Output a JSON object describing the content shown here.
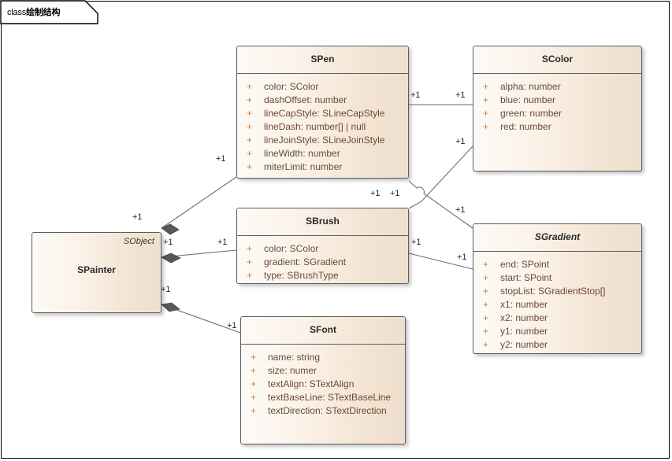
{
  "frame": {
    "tab_keyword": "class",
    "tab_name": "绘制结构"
  },
  "classes": {
    "spainter": {
      "name": "SPainter",
      "stereotype": "SObject",
      "attributes": []
    },
    "spen": {
      "name": "SPen",
      "attributes": [
        {
          "visibility": "+",
          "text": "color: SColor"
        },
        {
          "visibility": "+",
          "text": "dashOffset: number"
        },
        {
          "visibility": "+",
          "text": "lineCapStyle: SLineCapStyle"
        },
        {
          "visibility": "+",
          "text": "lineDash: number[] | null"
        },
        {
          "visibility": "+",
          "text": "lineJoinStyle: SLineJoinStyle"
        },
        {
          "visibility": "+",
          "text": "lineWidth: number"
        },
        {
          "visibility": "+",
          "text": "miterLimit: number"
        }
      ]
    },
    "scolor": {
      "name": "SColor",
      "attributes": [
        {
          "visibility": "+",
          "text": "alpha: number"
        },
        {
          "visibility": "+",
          "text": "blue: number"
        },
        {
          "visibility": "+",
          "text": "green: number"
        },
        {
          "visibility": "+",
          "text": "red: number"
        }
      ]
    },
    "sbrush": {
      "name": "SBrush",
      "attributes": [
        {
          "visibility": "+",
          "text": "color: SColor"
        },
        {
          "visibility": "+",
          "text": "gradient: SGradient"
        },
        {
          "visibility": "+",
          "text": "type: SBrushType"
        }
      ]
    },
    "sgradient": {
      "name": "SGradient",
      "abstract": true,
      "attributes": [
        {
          "visibility": "+",
          "text": "end: SPoint"
        },
        {
          "visibility": "+",
          "text": "start: SPoint"
        },
        {
          "visibility": "+",
          "text": "stopList: SGradientStop[]"
        },
        {
          "visibility": "+",
          "text": "x1: number"
        },
        {
          "visibility": "+",
          "text": "x2: number"
        },
        {
          "visibility": "+",
          "text": "y1: number"
        },
        {
          "visibility": "+",
          "text": "y2: number"
        }
      ]
    },
    "sfont": {
      "name": "SFont",
      "attributes": [
        {
          "visibility": "+",
          "text": "name: string"
        },
        {
          "visibility": "+",
          "text": "size: numer"
        },
        {
          "visibility": "+",
          "text": "textAlign: STextAlign"
        },
        {
          "visibility": "+",
          "text": "textBaseLine: STextBaseLine"
        },
        {
          "visibility": "+",
          "text": "textDirection: STextDirection"
        }
      ]
    }
  },
  "multiplicities": {
    "spainter_spen_source": "+1",
    "spainter_spen_target": "+1",
    "spainter_sbrush_source": "+1",
    "spainter_sbrush_target": "+1",
    "spainter_sfont_source": "+1",
    "spainter_sfont_target": "+1",
    "spen_scolor_source": "+1",
    "spen_scolor_target": "+1",
    "sbrush_scolor_source": "+1",
    "sbrush_scolor_target": "+1",
    "sbrush_sgradient_source": "+1",
    "sbrush_sgradient_target": "+1"
  },
  "colors": {
    "box_fill_light": "#fdfaf6",
    "box_fill_dark": "#eedfcd",
    "box_border": "#5c5c5c",
    "attribute_text": "#6b4a32",
    "visibility_marker": "#d07a3c",
    "title_text": "#2b2b2b",
    "multiplicity_text": "#19203a",
    "connector_line": "#6f6f6f",
    "diamond_fill": "#5a5754"
  }
}
